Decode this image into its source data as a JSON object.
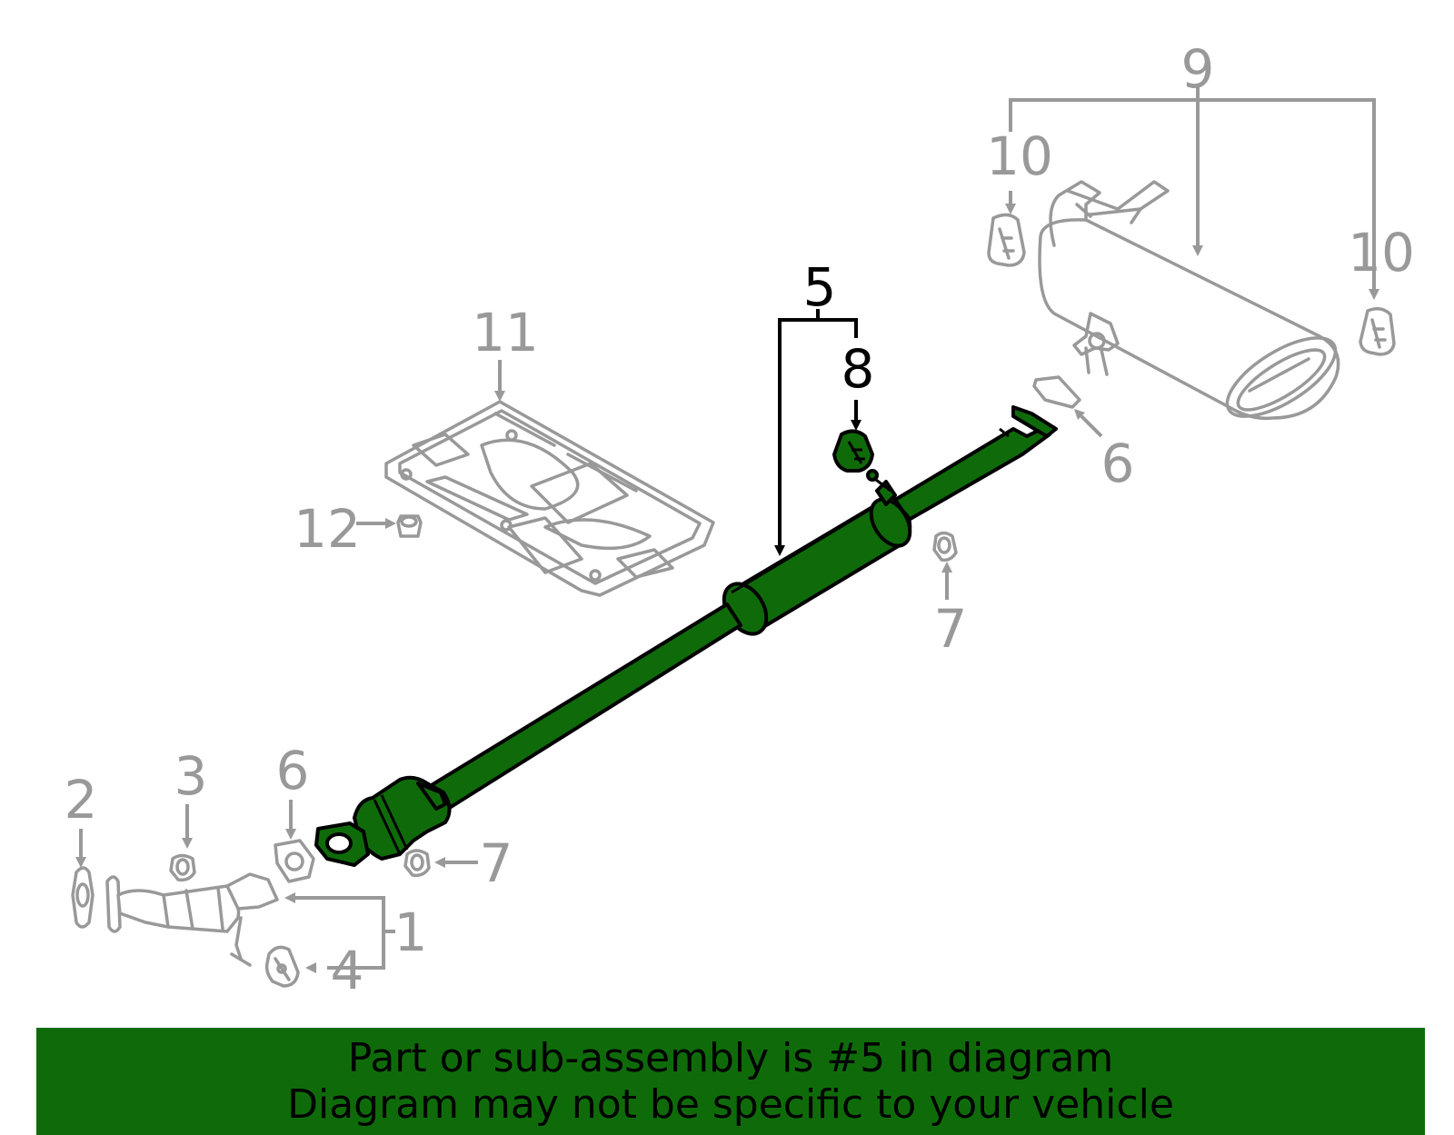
{
  "diagram": {
    "callouts": {
      "c1": "1",
      "c2": "2",
      "c3": "3",
      "c4": "4",
      "c5": "5",
      "c6a": "6",
      "c6b": "6",
      "c7a": "7",
      "c7b": "7",
      "c8": "8",
      "c9": "9",
      "c10a": "10",
      "c10b": "10",
      "c11": "11",
      "c12": "12"
    },
    "highlighted_part": "5",
    "highlight_color": "#0f6b0a",
    "callout_color": "#999999"
  },
  "banner": {
    "line1": "Part or sub-assembly is #5 in diagram",
    "line2": "Diagram may not be specific to your vehicle"
  }
}
